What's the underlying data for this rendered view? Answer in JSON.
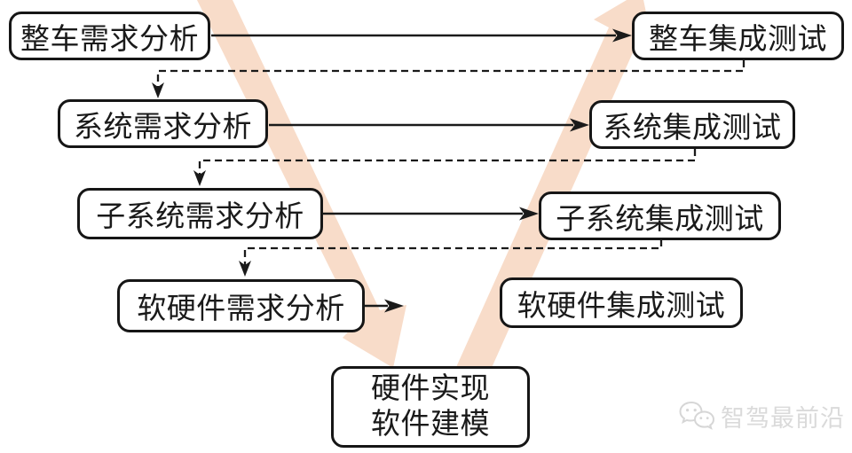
{
  "diagram": {
    "type": "v-model-development-process",
    "left_column": {
      "vehicle_req": {
        "label": "整车需求分析"
      },
      "system_req": {
        "label": "系统需求分析"
      },
      "subsystem_req": {
        "label": "子系统需求分析"
      },
      "swhw_req": {
        "label": "软硬件需求分析"
      }
    },
    "right_column": {
      "vehicle_test": {
        "label": "整车集成测试"
      },
      "system_test": {
        "label": "系统集成测试"
      },
      "subsystem_test": {
        "label": "子系统集成测试"
      },
      "swhw_test": {
        "label": "软硬件集成测试"
      }
    },
    "bottom": {
      "impl": {
        "line1": "硬件实现",
        "line2": "软件建模"
      }
    },
    "arrows": {
      "solid": [
        "整车需求分析 → 整车集成测试",
        "系统需求分析 → 系统集成测试",
        "子系统需求分析 → 子系统集成测试",
        "软硬件需求分析 →"
      ],
      "dashed_feedback": [
        "整车集成测试 ⇢ 系统需求分析",
        "系统集成测试 ⇢ 子系统需求分析",
        "子系统集成测试 ⇢ 软硬件需求分析"
      ]
    }
  },
  "watermark": {
    "text": "智驾最前沿",
    "icon": "wechat-bubbles-icon"
  },
  "colors": {
    "v_band": "#f8dcc9",
    "line": "#1a1a1a",
    "box_border": "#161616",
    "box_fill": "#ffffff",
    "watermark_text": "#dadada"
  }
}
